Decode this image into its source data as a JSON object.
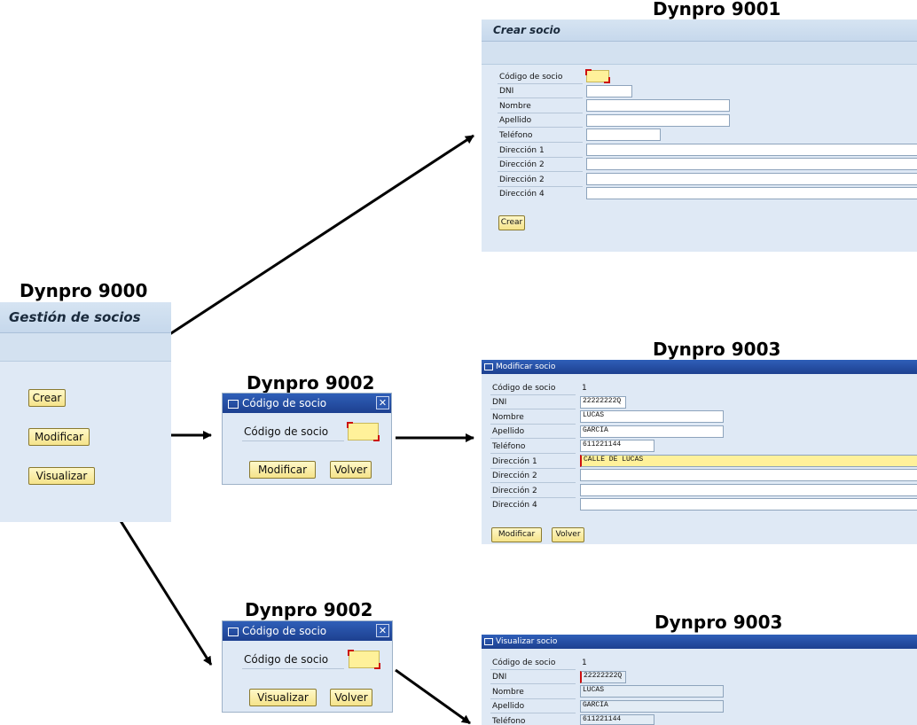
{
  "titles": {
    "dynpro_9000": "Dynpro 9000",
    "dynpro_9001": "Dynpro 9001",
    "dynpro_9002_top": "Dynpro 9002",
    "dynpro_9002_bottom": "Dynpro 9002",
    "dynpro_9003_top": "Dynpro 9003",
    "dynpro_9003_bottom": "Dynpro 9003"
  },
  "main_menu": {
    "header": "Gestión de socios",
    "buttons": {
      "crear": "Crear",
      "modificar": "Modificar",
      "visualizar": "Visualizar"
    }
  },
  "crear": {
    "header": "Crear socio",
    "labels": [
      "Código de socio",
      "DNI",
      "Nombre",
      "Apellido",
      "Teléfono",
      "Dirección 1",
      "Dirección 2",
      "Dirección 2",
      "Dirección 4"
    ],
    "button": "Crear"
  },
  "dialog_modificar": {
    "title": "Código de socio",
    "label": "Código de socio",
    "buttons": {
      "primary": "Modificar",
      "back": "Volver"
    }
  },
  "dialog_visualizar": {
    "title": "Código de socio",
    "label": "Código de socio",
    "buttons": {
      "primary": "Visualizar",
      "back": "Volver"
    }
  },
  "modificar": {
    "title": "Modificar socio",
    "labels": [
      "Código de socio",
      "DNI",
      "Nombre",
      "Apellido",
      "Teléfono",
      "Dirección 1",
      "Dirección 2",
      "Dirección 2",
      "Dirección 4"
    ],
    "values": {
      "codigo": "1",
      "dni": "22222222Q",
      "nombre": "LUCAS",
      "apellido": "GARCÍA",
      "telefono": "611221144",
      "direccion1": "CALLE DE LUCAS"
    },
    "buttons": {
      "modificar": "Modificar",
      "volver": "Volver"
    }
  },
  "visualizar": {
    "title": "Visualizar socio",
    "labels": [
      "Código de socio",
      "DNI",
      "Nombre",
      "Apellido",
      "Teléfono"
    ],
    "values": {
      "codigo": "1",
      "dni": "22222222Q",
      "nombre": "LUCAS",
      "apellido": "GARCÍA",
      "telefono": "611221144"
    }
  },
  "icons": {
    "window": "window-edit-icon",
    "close": "close-icon",
    "arrow": "arrow-icon"
  },
  "colors": {
    "sap_background": "#dfe9f5",
    "dialog_titlebar": "#1d4090",
    "button_fill": "#f5e38a",
    "required_field": "#fff19a"
  }
}
